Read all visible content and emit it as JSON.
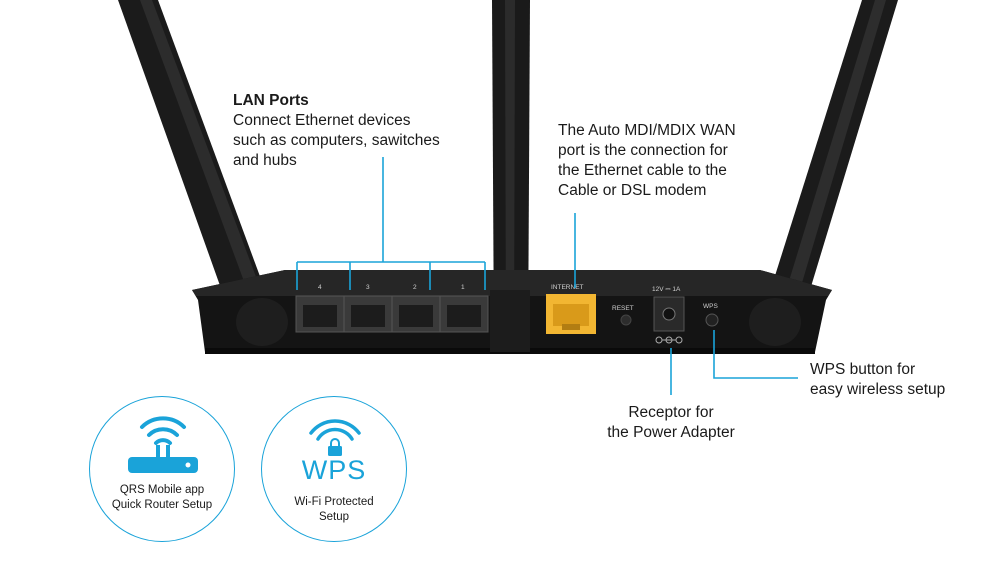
{
  "lan_callout": {
    "title": "LAN Ports",
    "lines": [
      "Connect Ethernet devices",
      "such as computers, sawitches",
      "and hubs"
    ]
  },
  "wan_callout": {
    "lines": [
      "The Auto MDI/MDIX WAN",
      "port is the connection for",
      "the Ethernet cable to the",
      "Cable or DSL modem"
    ]
  },
  "power_callout": {
    "lines": [
      "Receptor for",
      "the Power Adapter"
    ]
  },
  "wps_callout": {
    "lines": [
      "WPS button for",
      "easy wireless setup"
    ]
  },
  "router_labels": {
    "port_4": "4",
    "port_3": "3",
    "port_2": "2",
    "port_1": "1",
    "internet": "INTERNET",
    "reset": "RESET",
    "power_rating": "12V ⎓ 1A",
    "wps": "WPS"
  },
  "badges": {
    "qrs": {
      "lines": [
        "QRS Mobile app",
        "Quick Router Setup"
      ]
    },
    "wps": {
      "word": "WPS",
      "lines": [
        "Wi-Fi Protected",
        "Setup"
      ]
    }
  },
  "colors": {
    "accent": "#1aa3d9",
    "router_body": "#141414",
    "wan_port": "#f2b632"
  },
  "icons": [
    "router-wifi-icon",
    "lock-wifi-icon"
  ]
}
